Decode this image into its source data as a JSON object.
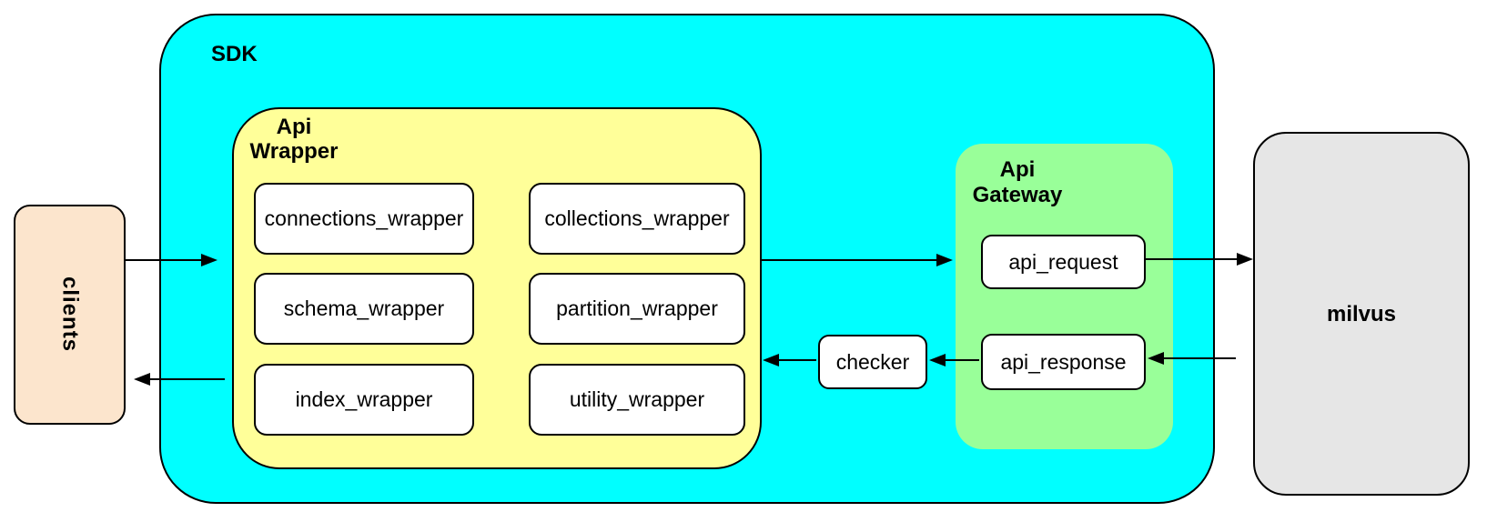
{
  "diagram": {
    "background": "#FFFFFF",
    "stroke_color": "#000000",
    "containers": {
      "sdk": {
        "label": "SDK",
        "fill": "#00FFFF"
      },
      "api_wrapper": {
        "label": "Api\nWrapper",
        "fill": "#FFFF99"
      },
      "api_gateway": {
        "label": "Api\nGateway",
        "fill": "#99FF99"
      }
    },
    "nodes": {
      "clients": {
        "label": "clients",
        "fill": "#FCE5CD"
      },
      "milvus": {
        "label": "milvus",
        "fill": "#E6E6E6"
      },
      "checker": {
        "label": "checker",
        "fill": "#FFFFFF"
      },
      "api_wrapper_modules": [
        "connections_wrapper",
        "collections_wrapper",
        "schema_wrapper",
        "partition_wrapper",
        "index_wrapper",
        "utility_wrapper"
      ],
      "api_gateway_modules": [
        "api_request",
        "api_response"
      ]
    },
    "edges": [
      {
        "from": "clients",
        "to": "Api Wrapper",
        "arrow": "right"
      },
      {
        "from": "Api Wrapper",
        "to": "api_request",
        "arrow": "right"
      },
      {
        "from": "api_request",
        "to": "milvus",
        "arrow": "right"
      },
      {
        "from": "milvus",
        "to": "api_response",
        "arrow": "left"
      },
      {
        "from": "api_response",
        "to": "checker",
        "arrow": "left"
      },
      {
        "from": "checker",
        "to": "Api Wrapper",
        "arrow": "left"
      },
      {
        "from": "SDK",
        "to": "clients",
        "arrow": "left"
      }
    ]
  }
}
